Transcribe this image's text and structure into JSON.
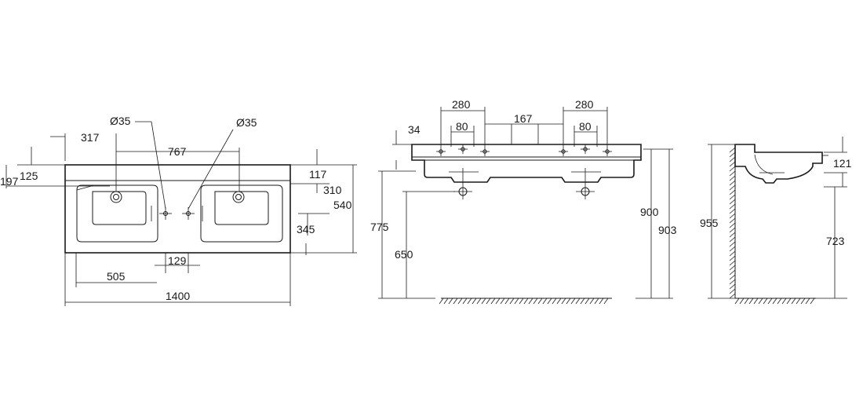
{
  "top_view": {
    "hole_diameter_left": "Ø35",
    "hole_diameter_right": "Ø35",
    "dim_317": "317",
    "dim_767": "767",
    "dim_125": "125",
    "dim_197": "197",
    "dim_117": "117",
    "dim_310": "310",
    "dim_540": "540",
    "dim_345": "345",
    "dim_129": "129",
    "dim_505": "505",
    "dim_1400": "1400"
  },
  "front_view": {
    "dim_280_left": "280",
    "dim_280_right": "280",
    "dim_80_left": "80",
    "dim_80_right": "80",
    "dim_167": "167",
    "dim_34": "34",
    "dim_775": "775",
    "dim_650": "650",
    "dim_900": "900",
    "dim_903": "903"
  },
  "side_view": {
    "dim_955": "955",
    "dim_121": "121",
    "dim_723": "723"
  }
}
